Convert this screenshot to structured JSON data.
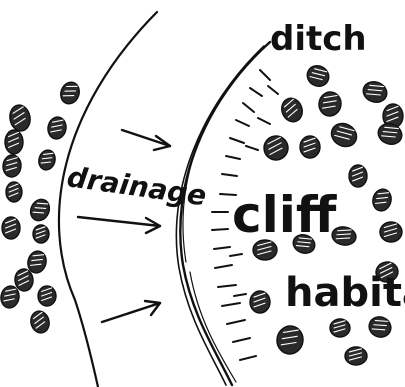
{
  "labels": {
    "ditch": "ditch",
    "drainage": "drainage",
    "cliff": "cliff",
    "habitat": "habitat"
  },
  "colors": {
    "ink": "#111111",
    "paper": "#ffffff"
  }
}
